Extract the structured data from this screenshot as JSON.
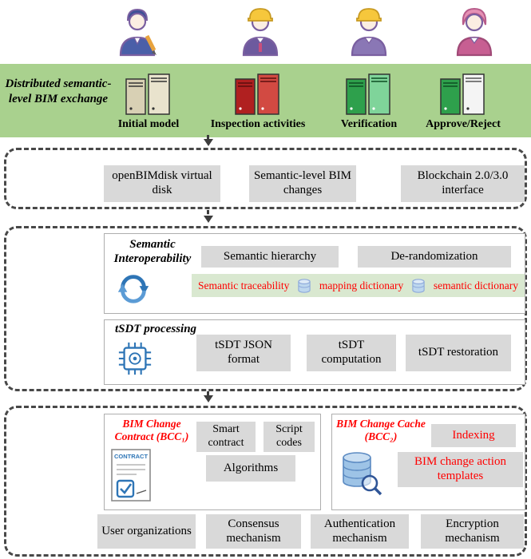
{
  "banner": {
    "title": "Distributed semantic-level BIM exchange",
    "stages": [
      {
        "label": "Initial model"
      },
      {
        "label": "Inspection activities"
      },
      {
        "label": "Verification"
      },
      {
        "label": "Approve/Reject"
      }
    ]
  },
  "layer_storage": {
    "boxes": [
      {
        "label": "openBIMdisk virtual disk"
      },
      {
        "label": "Semantic-level BIM changes"
      },
      {
        "label": "Blockchain 2.0/3.0 interface"
      }
    ]
  },
  "layer_semantic": {
    "interoperability": {
      "title": "Semantic Interoperability",
      "boxes": [
        {
          "label": "Semantic hierarchy"
        },
        {
          "label": "De-randomization"
        }
      ],
      "strip": [
        {
          "label": "Semantic traceability"
        },
        {
          "label": "mapping dictionary"
        },
        {
          "label": "semantic dictionary"
        }
      ]
    },
    "tsdt": {
      "title": "tSDT processing",
      "boxes": [
        {
          "label": "tSDT JSON format"
        },
        {
          "label": "tSDT computation"
        },
        {
          "label": "tSDT restoration"
        }
      ]
    }
  },
  "layer_blockchain": {
    "bcc1": {
      "title": "BIM Change Contract (BCC₁)",
      "contract_icon_label": "CONTRACT",
      "boxes": [
        {
          "label": "Smart contract"
        },
        {
          "label": "Script codes"
        },
        {
          "label": "Algorithms"
        }
      ]
    },
    "bcc2": {
      "title": "BIM Change Cache (BCC₂)",
      "boxes": [
        {
          "label": "Indexing"
        },
        {
          "label": "BIM change action templates"
        }
      ]
    },
    "foundation": [
      {
        "label": "User organizations"
      },
      {
        "label": "Consensus mechanism"
      },
      {
        "label": "Authentication mechanism"
      },
      {
        "label": "Encryption mechanism"
      }
    ]
  },
  "colors": {
    "band_green": "#a9d18e",
    "strip_green": "#d9e8d0",
    "box_gray": "#d9d9d9",
    "red_text": "#ff0000",
    "blue_icon": "#2e75b6",
    "stage_tower_colors": [
      {
        "a": "#d8d0b4",
        "b": "#e9e3cd"
      },
      {
        "a": "#b02020",
        "b": "#d24a42"
      },
      {
        "a": "#2ea04c",
        "b": "#7fd49a"
      },
      {
        "a": "#2ea04c",
        "b": "#f4f4f4"
      }
    ]
  }
}
